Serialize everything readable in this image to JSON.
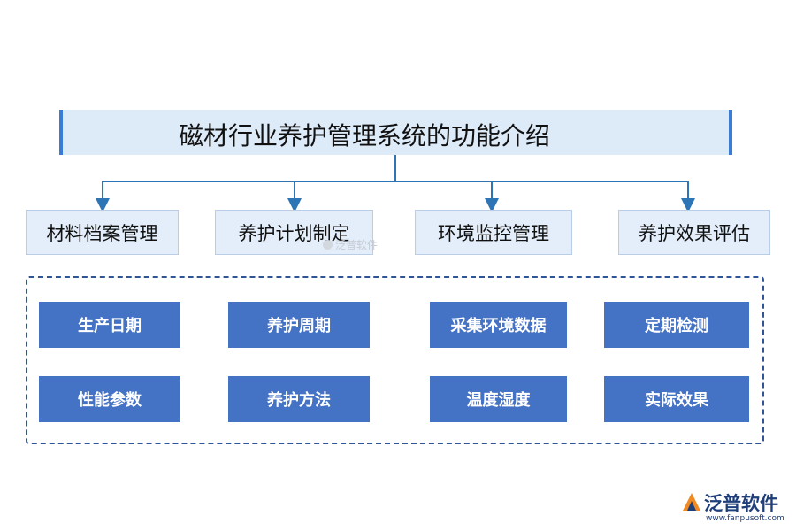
{
  "title": "磁材行业养护管理系统的功能介绍",
  "categories": [
    "材料档案管理",
    "养护计划制定",
    "环境监控管理",
    "养护效果评估"
  ],
  "items": [
    [
      "生产日期",
      "性能参数"
    ],
    [
      "养护周期",
      "养护方法"
    ],
    [
      "采集环境数据",
      "温度湿度"
    ],
    [
      "定期检测",
      "实际效果"
    ]
  ],
  "watermark": {
    "center_text": "泛普软件",
    "logo_text": "泛普软件",
    "logo_url": "www.fanpusoft.com"
  },
  "colors": {
    "title_fill": "#ddeaf8",
    "accent": "#3a7bd5",
    "category_fill": "#e3eefa",
    "item_fill": "#4472c4",
    "dash_border": "#2f5597"
  }
}
